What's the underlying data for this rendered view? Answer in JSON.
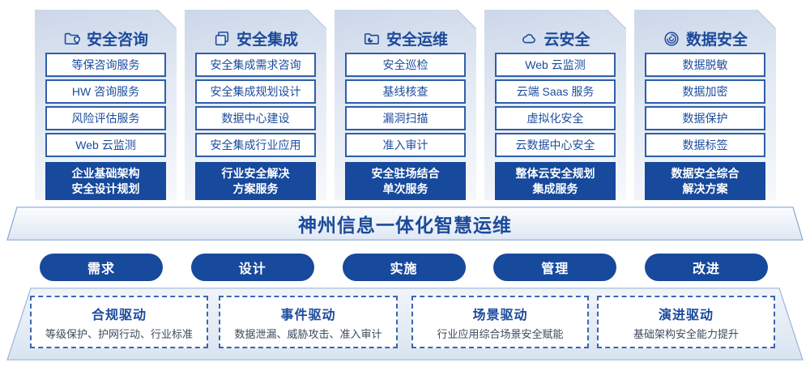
{
  "columns": [
    {
      "title": "安全咨询",
      "icon": "folder-shield-icon",
      "items": [
        "等保咨询服务",
        "HW 咨询服务",
        "风险评估服务",
        "Web 云监测"
      ],
      "summary": [
        "企业基础架构",
        "安全设计规划"
      ]
    },
    {
      "title": "安全集成",
      "icon": "stacked-documents-icon",
      "items": [
        "安全集成需求咨询",
        "安全集成规划设计",
        "数据中心建设",
        "安全集成行业应用"
      ],
      "summary": [
        "行业安全解决",
        "方案服务"
      ]
    },
    {
      "title": "安全运维",
      "icon": "folder-pie-icon",
      "items": [
        "安全巡检",
        "基线核查",
        "漏洞扫描",
        "准入审计"
      ],
      "summary": [
        "安全驻场结合",
        "单次服务"
      ]
    },
    {
      "title": "云安全",
      "icon": "cloud-icon",
      "items": [
        "Web 云监测",
        "云端 Saas 服务",
        "虚拟化安全",
        "云数据中心安全"
      ],
      "summary": [
        "整体云安全规划",
        "集成服务"
      ]
    },
    {
      "title": "数据安全",
      "icon": "fingerprint-icon",
      "items": [
        "数据脱敏",
        "数据加密",
        "数据保护",
        "数据标签"
      ],
      "summary": [
        "数据安全综合",
        "解决方案"
      ]
    }
  ],
  "banner": {
    "title": "神州信息一体化智慧运维"
  },
  "process": {
    "steps": [
      "需求",
      "设计",
      "实施",
      "管理",
      "改进"
    ]
  },
  "drivers": [
    {
      "title": "合规驱动",
      "desc": "等级保护、护网行动、行业标准"
    },
    {
      "title": "事件驱动",
      "desc": "数据泄漏、威胁攻击、准入审计"
    },
    {
      "title": "场景驱动",
      "desc": "行业应用综合场景安全赋能"
    },
    {
      "title": "演进驱动",
      "desc": "基础架构安全能力提升"
    }
  ],
  "colors": {
    "primary_blue": "#17499c",
    "border_blue": "#305ea9",
    "title_blue": "#1b4a9b",
    "desc_gray": "#3e4a5a"
  }
}
